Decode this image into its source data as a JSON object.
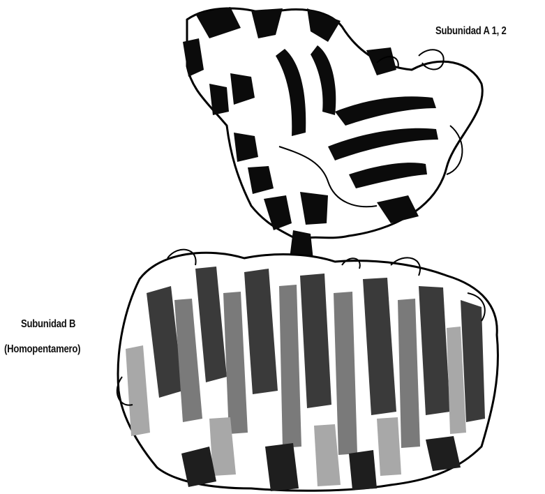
{
  "labels": {
    "subunit_a": "Subunidad A 1, 2",
    "subunit_b_line1": "Subunidad B",
    "subunit_b_line2": "(Homopentamero)"
  },
  "colors": {
    "subunit_a": "#0b0b0b",
    "subunit_b_dark": "#3a3a3a",
    "subunit_b_mid": "#7a7a7a",
    "subunit_b_light": "#a8a8a8",
    "outline": "#000000",
    "background": "#ffffff"
  },
  "icons": {
    "subunit_a": "protein-ribbon-icon",
    "subunit_b": "protein-pentamer-ribbon-icon"
  }
}
